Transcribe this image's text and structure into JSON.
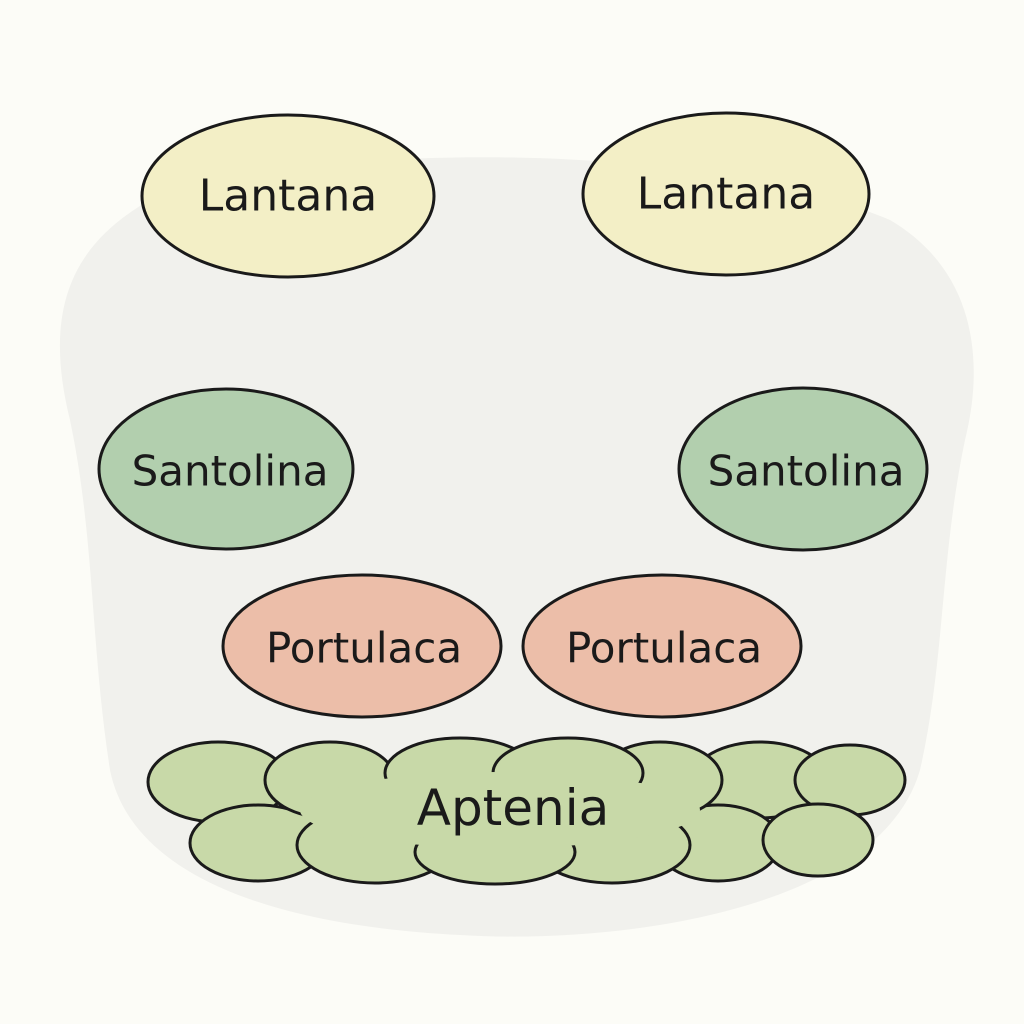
{
  "colors": {
    "background": "#fcfcf7",
    "bed": "#f1f1ed",
    "lantana": "#f3efc6",
    "santolina": "#b2cfae",
    "portulaca": "#ecbea9",
    "aptenia": "#c8d9a8",
    "outline": "#1a1a1a"
  },
  "plants": {
    "lantana_left": "Lantana",
    "lantana_right": "Lantana",
    "santolina_left": "Santolina",
    "santolina_right": "Santolina",
    "portulaca_left": "Portulaca",
    "portulaca_right": "Portulaca",
    "aptenia": "Aptenia"
  }
}
